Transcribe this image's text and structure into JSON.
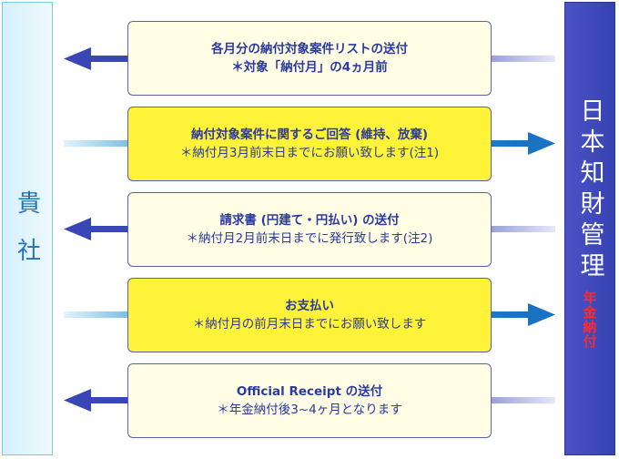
{
  "left_party": "貴社",
  "right_party": {
    "title": "日本知財管理",
    "subtitle": "年金納付"
  },
  "steps": [
    {
      "line1": "各月分の納付対象案件リストの送付",
      "line2": "＊対象「納付月」の4ヵ月前",
      "direction": "to-left"
    },
    {
      "line1": "納付対象案件に関するご回答 (維持、放棄)",
      "line2": "＊納付月3月前末日までにお願い致します(注1)",
      "direction": "to-right"
    },
    {
      "line1": "請求書 (円建て・円払い) の送付",
      "line2": "＊納付月2月前末日までに発行致します(注2)",
      "direction": "to-left"
    },
    {
      "line1": "お支払い",
      "line2": "＊納付月の前月末日までにお願い致します",
      "direction": "to-right"
    },
    {
      "line1": "Official Receipt の送付",
      "line2": "＊年金納付後3~4ヶ月となります",
      "direction": "to-left"
    }
  ],
  "colors": {
    "left_arrow": "#3b46b6",
    "right_arrow": "#1a72c2",
    "box_light": "#fffde4",
    "box_yellow": "#fff33a",
    "text": "#2a3aa0"
  }
}
